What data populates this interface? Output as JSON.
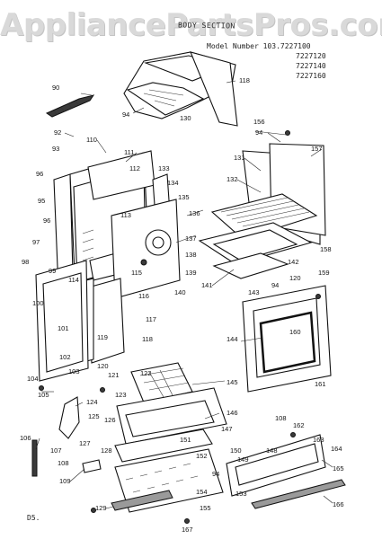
{
  "watermark": "AppliancePartsPros.com",
  "section_title": "BODY SECTION",
  "model_label": "Model Number 103.7227100",
  "model_numbers_extra": [
    "7227120",
    "7227140",
    "7227160"
  ],
  "diagram_code": "D5.",
  "callouts": [
    "90",
    "118",
    "94",
    "130",
    "92",
    "110",
    "111",
    "93",
    "112",
    "133",
    "96",
    "134",
    "135",
    "95",
    "136",
    "113",
    "96",
    "97",
    "137",
    "138",
    "98",
    "99",
    "114",
    "139",
    "115",
    "116",
    "140",
    "100",
    "117",
    "101",
    "119",
    "118",
    "102",
    "103",
    "120",
    "121",
    "104",
    "105",
    "122",
    "123",
    "124",
    "125",
    "126",
    "127",
    "106",
    "107",
    "128",
    "108",
    "109",
    "129",
    "156",
    "94",
    "157",
    "131",
    "132",
    "158",
    "142",
    "141",
    "143",
    "159",
    "120",
    "94",
    "144",
    "160",
    "145",
    "161",
    "146",
    "147",
    "108",
    "162",
    "151",
    "163",
    "150",
    "152",
    "164",
    "94",
    "148",
    "149",
    "165",
    "153",
    "154",
    "155",
    "166",
    "167"
  ]
}
